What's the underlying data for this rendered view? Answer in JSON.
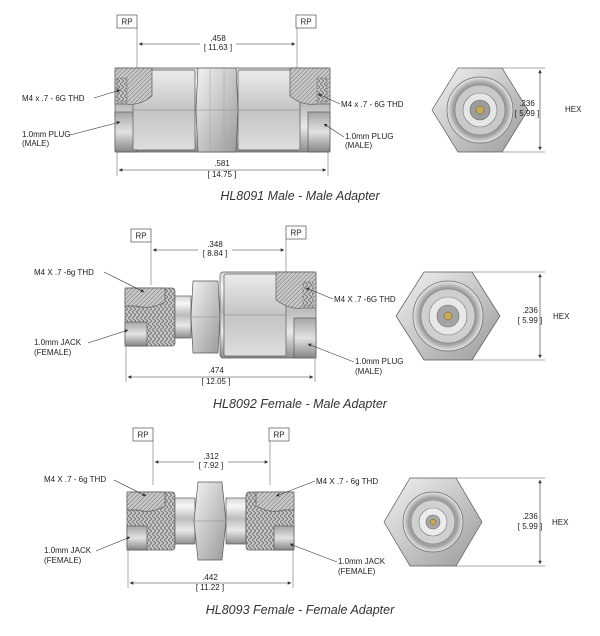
{
  "colors": {
    "metal_light": "#e4e4e4",
    "metal_mid": "#b9b9b9",
    "metal_dark": "#7d7d7d",
    "section_hatch": "#8a8a8a",
    "pin_gold": "#c8a85a"
  },
  "adapters": [
    {
      "caption": "HL8091 Male - Male Adapter",
      "rp_left": "RP",
      "rp_right": "RP",
      "ref_in": ".458",
      "ref_mm": "[ 11.63 ]",
      "len_in": ".581",
      "len_mm": "[ 14.75 ]",
      "thread_left": "M4 x .7 - 6G THD",
      "thread_right": "M4 x .7 - 6G THD",
      "end_left_1": "1.0mm PLUG",
      "end_left_2": "(MALE)",
      "end_right_1": "1.0mm PLUG",
      "end_right_2": "(MALE)",
      "hex_in": ".236",
      "hex_mm": "[ 5.99 ]",
      "hex_label": "HEX"
    },
    {
      "caption": "HL8092 Female - Male Adapter",
      "rp_left": "RP",
      "rp_right": "RP",
      "ref_in": ".348",
      "ref_mm": "[ 8.84 ]",
      "len_in": ".474",
      "len_mm": "[ 12.05 ]",
      "thread_left": "M4 X .7 -6g THD",
      "thread_right": "M4 X .7 -6G THD",
      "end_left_1": "1.0mm JACK",
      "end_left_2": "(FEMALE)",
      "end_right_1": "1.0mm PLUG",
      "end_right_2": "(MALE)",
      "hex_in": ".236",
      "hex_mm": "[ 5.99 ]",
      "hex_label": "HEX"
    },
    {
      "caption": "HL8093 Female - Female Adapter",
      "rp_left": "RP",
      "rp_right": "RP",
      "ref_in": ".312",
      "ref_mm": "[ 7.92 ]",
      "len_in": ".442",
      "len_mm": "[ 11.22 ]",
      "thread_left": "M4 X .7 - 6g THD",
      "thread_right": "M4 X .7 - 6g THD",
      "end_left_1": "1.0mm JACK",
      "end_left_2": "(FEMALE)",
      "end_right_1": "1.0mm JACK",
      "end_right_2": "(FEMALE)",
      "hex_in": ".236",
      "hex_mm": "[ 5.99 ]",
      "hex_label": "HEX"
    }
  ]
}
